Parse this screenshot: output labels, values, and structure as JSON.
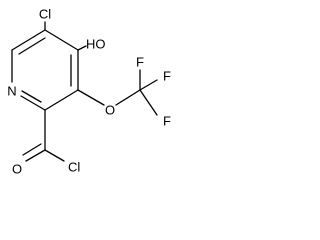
{
  "molecule": {
    "atoms": {
      "cl_top": "Cl",
      "oh": "HO",
      "n_ring": "N",
      "o_ether": "O",
      "f_1": "F",
      "f_2": "F",
      "f_3": "F",
      "o_carbonyl": "O",
      "cl_acyl": "Cl"
    }
  }
}
